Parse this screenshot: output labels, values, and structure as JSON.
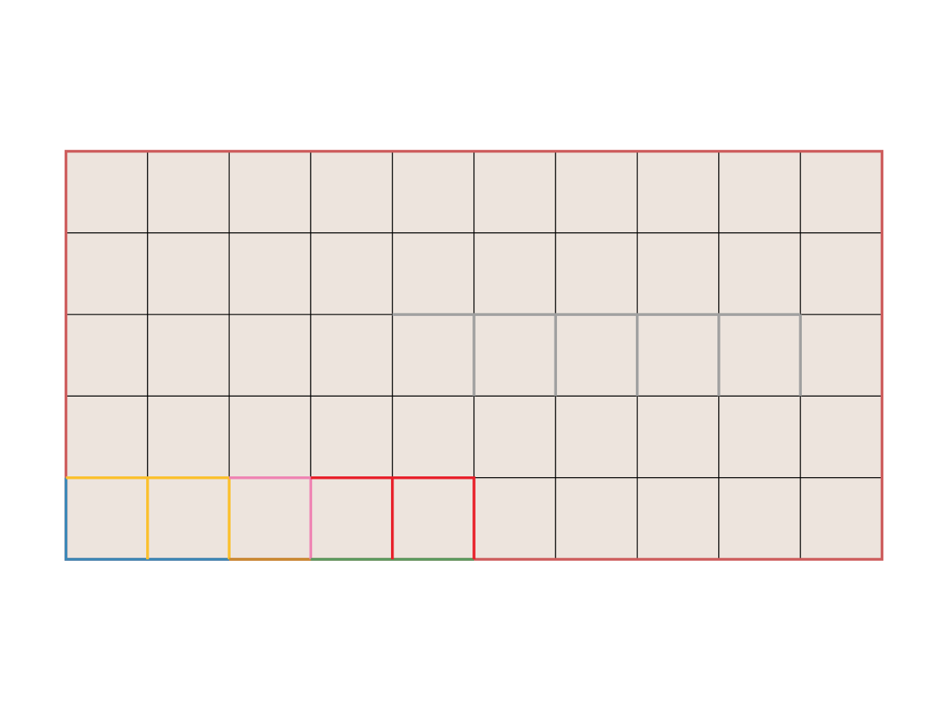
{
  "grid": {
    "rows": 5,
    "cols": 10,
    "cell_fill": "#ede4dd",
    "grid_line_color": "#000000",
    "border_color": "#cd5c5c"
  },
  "colors": {
    "blue": "#3a87b7",
    "yellow": "#fbc02d",
    "pink": "#ef84b3",
    "red": "#e8202a",
    "green": "#5a9a5e",
    "orange": "#c9892f",
    "gray": "#a0a0a0"
  },
  "paths": [
    {
      "name": "blue-bottom-path",
      "color": "#3a87b7",
      "points": [
        [
          0,
          4
        ],
        [
          0,
          5
        ],
        [
          2,
          5
        ]
      ]
    },
    {
      "name": "yellow-row-path",
      "color": "#fbc02d",
      "points": [
        [
          0,
          4
        ],
        [
          2,
          4
        ]
      ]
    },
    {
      "name": "yellow-mid-vertical",
      "color": "#fbc02d",
      "points": [
        [
          1,
          4
        ],
        [
          1,
          5
        ]
      ]
    },
    {
      "name": "yellow-right-vertical",
      "color": "#fbc02d",
      "points": [
        [
          2,
          4
        ],
        [
          2,
          5
        ]
      ]
    },
    {
      "name": "orange-bottom-path",
      "color": "#c9892f",
      "points": [
        [
          2,
          5
        ],
        [
          3,
          5
        ]
      ]
    },
    {
      "name": "pink-path",
      "color": "#ef84b3",
      "points": [
        [
          2,
          4
        ],
        [
          3,
          4
        ],
        [
          3,
          5
        ]
      ]
    },
    {
      "name": "green-bottom-path",
      "color": "#5a9a5e",
      "points": [
        [
          3,
          5
        ],
        [
          5,
          5
        ]
      ]
    },
    {
      "name": "red-top-path",
      "color": "#e8202a",
      "points": [
        [
          3,
          4
        ],
        [
          5,
          4
        ],
        [
          5,
          5
        ]
      ]
    },
    {
      "name": "red-mid-vertical",
      "color": "#e8202a",
      "points": [
        [
          4,
          4
        ],
        [
          4,
          5
        ]
      ]
    },
    {
      "name": "gray-top-path",
      "color": "#a0a0a0",
      "points": [
        [
          4,
          2
        ],
        [
          9,
          2
        ]
      ]
    },
    {
      "name": "gray-vertical-5",
      "color": "#a0a0a0",
      "points": [
        [
          5,
          2
        ],
        [
          5,
          3
        ]
      ]
    },
    {
      "name": "gray-vertical-6",
      "color": "#a0a0a0",
      "points": [
        [
          6,
          2
        ],
        [
          6,
          3
        ]
      ]
    },
    {
      "name": "gray-vertical-7",
      "color": "#a0a0a0",
      "points": [
        [
          7,
          2
        ],
        [
          7,
          3
        ]
      ]
    },
    {
      "name": "gray-vertical-8",
      "color": "#a0a0a0",
      "points": [
        [
          8,
          2
        ],
        [
          8,
          3
        ]
      ]
    },
    {
      "name": "gray-vertical-9",
      "color": "#a0a0a0",
      "points": [
        [
          9,
          2
        ],
        [
          9,
          3
        ]
      ]
    }
  ]
}
